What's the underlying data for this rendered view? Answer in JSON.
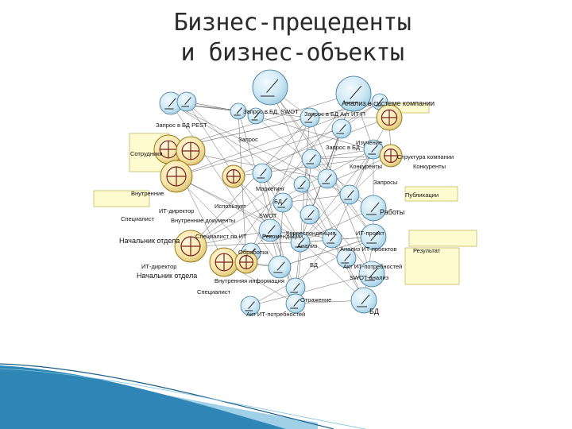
{
  "slide": {
    "title_line1": "Бизнес-прецеденты",
    "title_line2": "и бизнес-объекты"
  },
  "colors": {
    "entity_fill": "#cfe8f4",
    "worker_fill": "#f6e6a6",
    "note_fill": "#fffbd0",
    "footer_band": "#2f86b4"
  },
  "diagram": {
    "labels": [
      "Запрос в БД PEST",
      "Запрос в БД, SWOT",
      "Запрос в БД Акт ИТ-П",
      "Анализ в системе компании",
      "Запрос в БД",
      "Конкуренты",
      "Конкуренты",
      "Запросы",
      "Запрос",
      "Изучение",
      "Структура компании",
      "Внутренние",
      "Сотрудники",
      "ИТ-директор",
      "ИТ-директор",
      "Начальник отдела",
      "Начальник отдела",
      "Внутренние документы",
      "Специалист",
      "Специалист",
      "Использует",
      "Маркетинг",
      "SWOT",
      "Публикации",
      "Работы",
      "ИТ-проект",
      "Анализ ИТ-проектов",
      "Акт ИТ-потребностей",
      "Акт ИТ-потребностей",
      "SWOT-анализ",
      "БД",
      "БД",
      "БД",
      "Отражение",
      "Обработка",
      "Анализ",
      "Результат",
      "Внутренняя информация",
      "Специалист по ИТ",
      "Рекомендации",
      "Корреспонденция"
    ],
    "icon_kinds": [
      "business-entity",
      "business-worker"
    ]
  }
}
